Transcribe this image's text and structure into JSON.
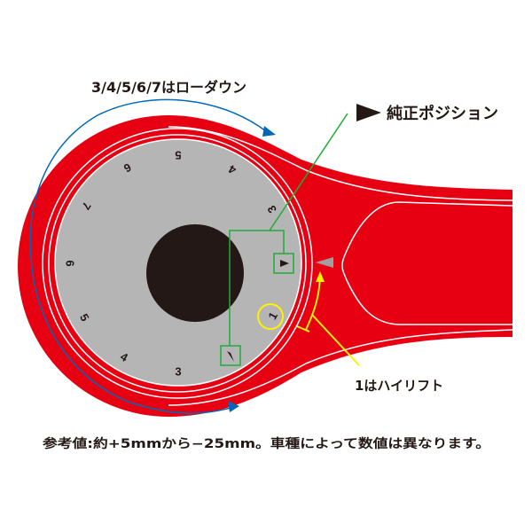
{
  "labels": {
    "lowdown": "3/4/5/6/7はローダウン",
    "stock_position": "純正ポジション",
    "highlift": "1はハイリフト",
    "note": "参考値:約+5mmから−25mm。車種によって数値は異なります。"
  },
  "dial": {
    "numbers": [
      {
        "text": "5",
        "angle": -90
      },
      {
        "text": "4",
        "angle": -60
      },
      {
        "text": "3",
        "angle": -30
      },
      {
        "text": "1",
        "angle": 29
      },
      {
        "text": "3",
        "angle": 90
      },
      {
        "text": "4",
        "angle": 120
      },
      {
        "text": "5",
        "angle": 150
      },
      {
        "text": "6",
        "angle": 180
      },
      {
        "text": "7",
        "angle": 212
      },
      {
        "text": "6",
        "angle": 242
      }
    ]
  },
  "colors": {
    "red": "#e60012",
    "gray": "#b5b5b6",
    "black": "#231815",
    "green": "#22ac38",
    "yellow": "#fff100",
    "blue": "#0068b7"
  }
}
